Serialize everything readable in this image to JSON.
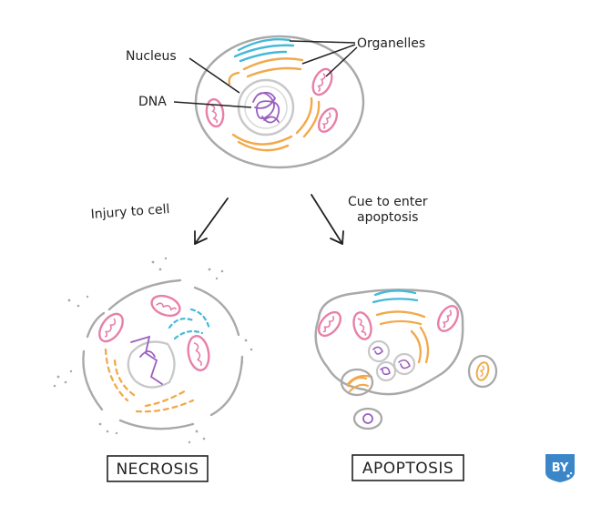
{
  "labels": {
    "nucleus": "Nucleus",
    "dna": "DNA",
    "organelles": "Organelles",
    "injury": "Injury to cell",
    "cue_line1": "Cue to enter",
    "cue_line2": "apoptosis",
    "necrosis": "NECROSIS",
    "apoptosis": "APOPTOSIS"
  },
  "logo": {
    "text": "BY"
  },
  "colors": {
    "outline": "#a9a9a9",
    "nucleus": "#c8c8c8",
    "dna": "#9b5fc0",
    "mitochondria": "#e87fa8",
    "er": "#f2a94a",
    "golgi": "#45b9d9",
    "ink": "#222222",
    "badge": "#3a86c8"
  }
}
